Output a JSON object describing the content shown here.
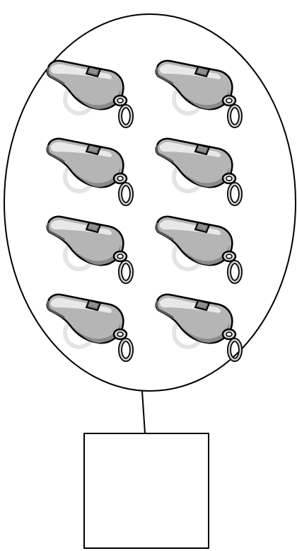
{
  "figure": {
    "group_item_icon": "whistle-icon",
    "group_item_count": 8,
    "grid_rows": 4,
    "grid_columns": 2,
    "answer_box_text": ""
  },
  "colors": {
    "background": "#ffffff",
    "outline": "#000000",
    "whistle_body": "#b7b7b7",
    "whistle_dark": "#7a7a7a",
    "whistle_light": "#e6e6e6",
    "whistle_watermark": "#e9e9e9"
  }
}
